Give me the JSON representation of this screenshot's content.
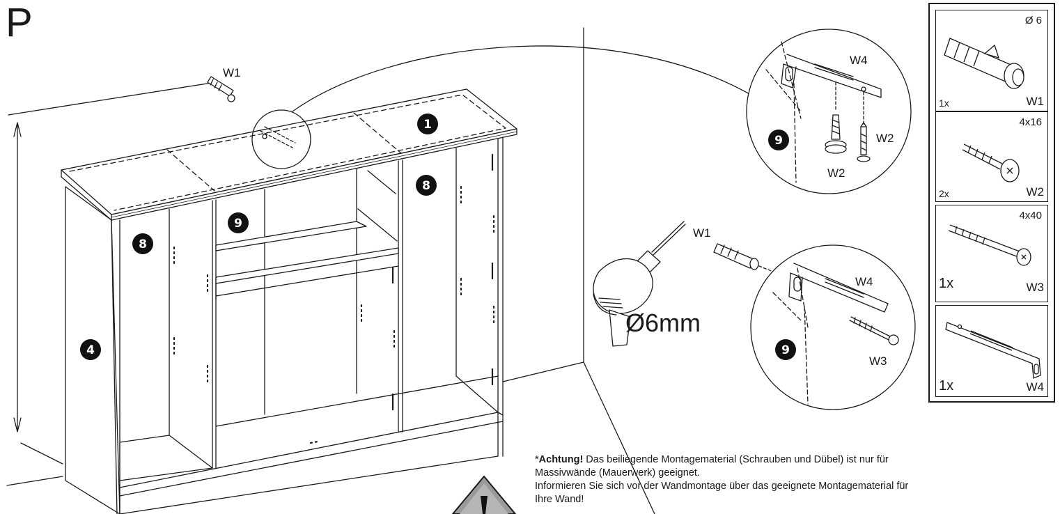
{
  "step": {
    "letter": "P"
  },
  "main": {
    "w1_label": "W1",
    "badges": {
      "top_panel": "1",
      "side_left": "8",
      "side_right": "8",
      "shelf_center": "9",
      "side_panel": "4"
    }
  },
  "detail_top": {
    "w4_label": "W4",
    "w2_label_a": "W2",
    "w2_label_b": "W2",
    "badge": "9"
  },
  "detail_drill": {
    "w1_label": "W1",
    "drill_size": "Ø6mm"
  },
  "detail_bottom": {
    "w4_label": "W4",
    "w3_label": "W3",
    "badge": "9"
  },
  "parts": [
    {
      "qty": "1x",
      "code": "W1",
      "dim": "Ø 6"
    },
    {
      "qty": "2x",
      "code": "W2",
      "dim": "4x16"
    },
    {
      "qty": "1x",
      "code": "W3",
      "dim": "4x40"
    },
    {
      "qty": "1x",
      "code": "W4",
      "dim": ""
    }
  ],
  "warning": {
    "prefix": "*",
    "title": "Achtung!",
    "line1": " Das beiliegende Montagematerial (Schrauben und Dübel) ist nur für",
    "line2": "Massivwände (Mauerwerk) geeignet.",
    "line3": "Informieren Sie sich vor der Wandmontage über das geeignete Montagematerial für",
    "line4": "Ihre Wand!"
  },
  "icons": {
    "caution": "warning-triangle-icon",
    "drill": "drill-icon",
    "dowel": "wall-dowel-icon",
    "screw": "screw-icon",
    "bracket": "angle-bracket-icon"
  }
}
